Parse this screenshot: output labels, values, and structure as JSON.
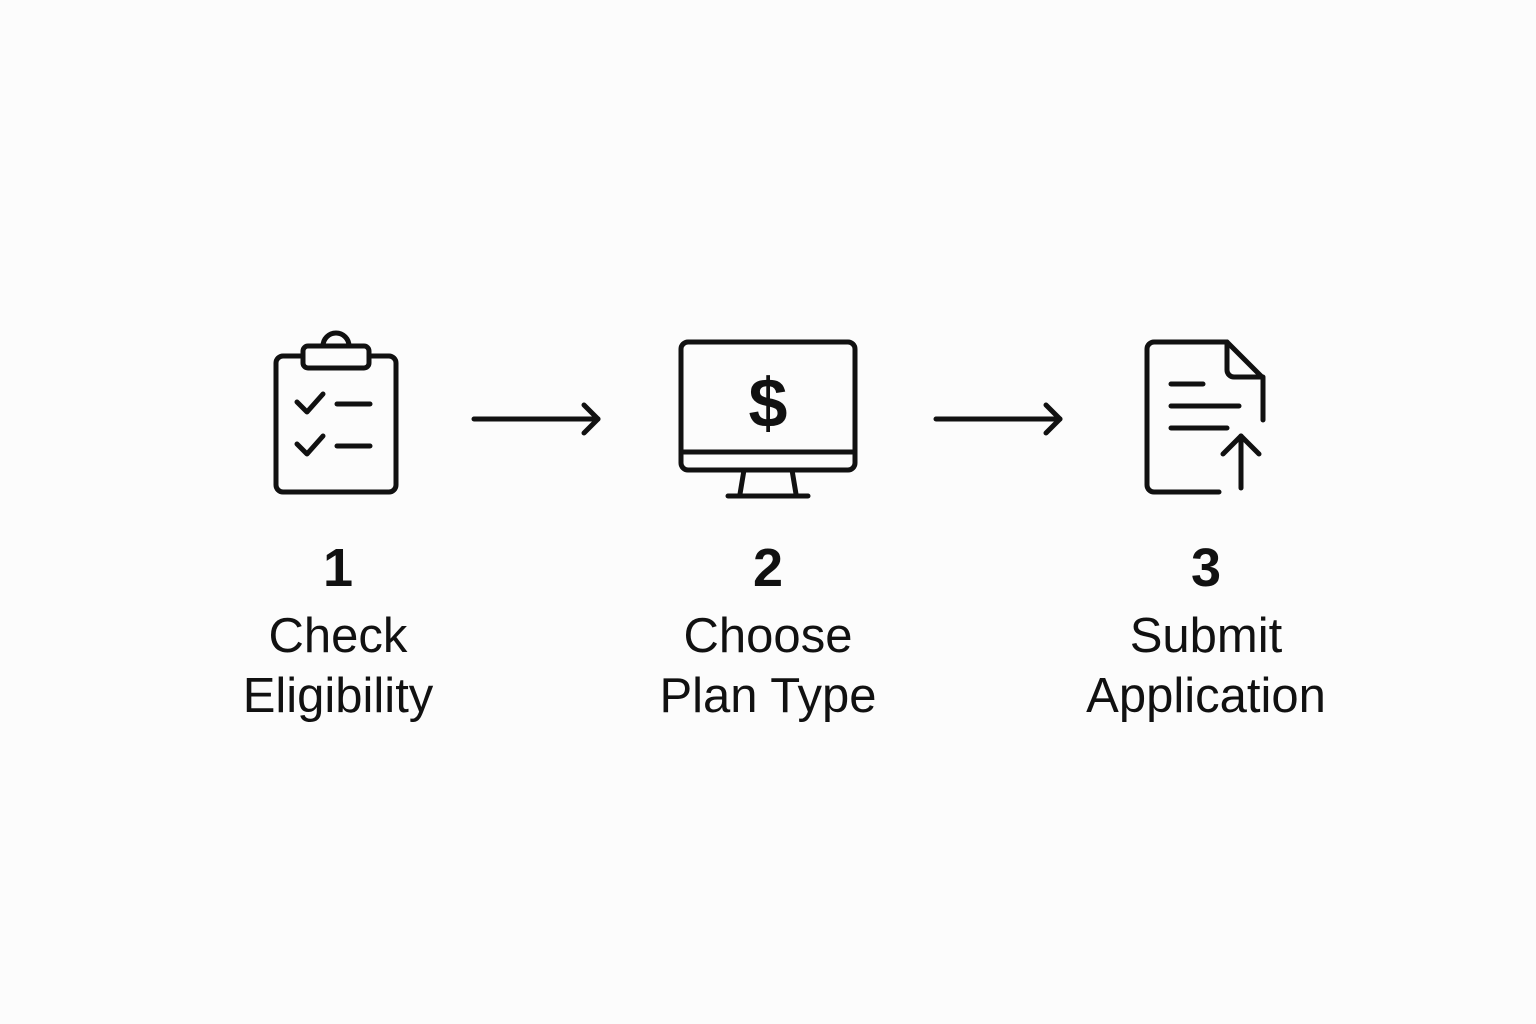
{
  "steps": [
    {
      "number": "1",
      "label": "Check\nEligibility",
      "icon": "clipboard-checklist-icon"
    },
    {
      "number": "2",
      "label": "Choose\nPlan Type",
      "icon": "monitor-dollar-icon",
      "icon_glyph": "$"
    },
    {
      "number": "3",
      "label": "Submit\nApplication",
      "icon": "document-upload-icon"
    }
  ],
  "connectors": [
    "arrow-right-icon",
    "arrow-right-icon"
  ],
  "colors": {
    "stroke": "#111111",
    "background": "#fcfcfc"
  }
}
